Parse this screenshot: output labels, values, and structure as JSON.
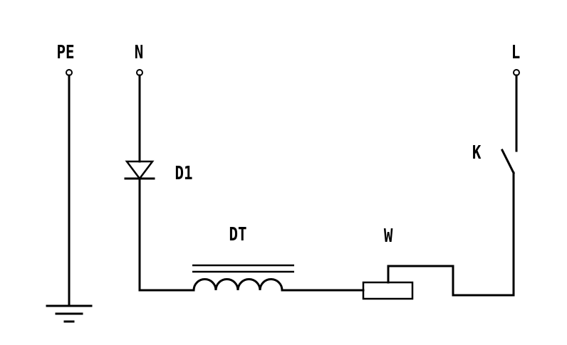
{
  "labels": {
    "pe": "PE",
    "n": "N",
    "l": "L",
    "k": "K",
    "d1": "D1",
    "dt": "DT",
    "w": "W"
  },
  "colors": {
    "line": "#000000",
    "background": "#ffffff"
  },
  "icons": {
    "ground": "ground-symbol-icon",
    "diode": "diode-symbol-icon",
    "inductor": "inductor-coil-icon",
    "resistor": "resistor-box-icon",
    "switch": "switch-symbol-icon",
    "terminal": "terminal-circle-icon"
  }
}
